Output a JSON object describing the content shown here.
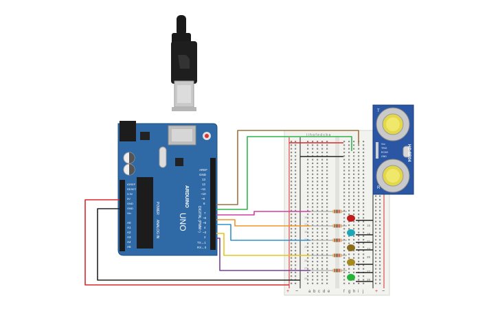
{
  "arduino": {
    "brand": "ARDUINO",
    "model": "UNO",
    "power_label": "POWER",
    "analog_label": "ANALOG IN",
    "digital_label": "DIGITAL (PWM~)",
    "tx_label": "TX→1",
    "rx_label": "RX←0",
    "power_pins": [
      "IOREF",
      "RESET",
      "3.3V",
      "5V",
      "GND",
      "GND",
      "Vin"
    ],
    "analog_pins": [
      "A0",
      "A1",
      "A2",
      "A3",
      "A4",
      "A5"
    ],
    "top_pins": [
      "AREF",
      "GND",
      "13",
      "12",
      "~11",
      "~10",
      "~9",
      "8"
    ],
    "lower_pins": [
      "7",
      "~6",
      "~5",
      "4",
      "~3",
      "2"
    ]
  },
  "breadboard": {
    "top_letters": "j i h g f   e d c b a",
    "bottom_left_letters": [
      "a",
      "b",
      "c",
      "d",
      "e"
    ],
    "bottom_right_letters": [
      "f",
      "g",
      "h",
      "i",
      "j"
    ],
    "row_numbers": [
      "15",
      "16",
      "17",
      "18",
      "19",
      "20",
      "21",
      "22",
      "23",
      "24",
      "25",
      "26",
      "27",
      "28",
      "29"
    ],
    "right_numbers": [
      "16",
      "18",
      "21",
      "23",
      "25",
      "27",
      "29"
    ],
    "rail_plus": "+",
    "rail_minus": "−"
  },
  "sensor": {
    "model": "HC-SR04",
    "pins": [
      "Vcc",
      "TRIG",
      "ECHO",
      "GND"
    ],
    "t_label": "T",
    "r_label": "R"
  },
  "colors": {
    "board": "#2f6aa6",
    "breadboard": "#f2f2ee",
    "sensor": "#2a56a3",
    "wire_brown": "#a0703a",
    "wire_green": "#2fb34a",
    "wire_pink": "#d13fa0",
    "wire_orange": "#f09428",
    "wire_blue": "#2f8fcf",
    "wire_yellow": "#e8c21f",
    "wire_purple": "#7a3d99",
    "wire_red": "#d9262b",
    "wire_black": "#222222"
  }
}
